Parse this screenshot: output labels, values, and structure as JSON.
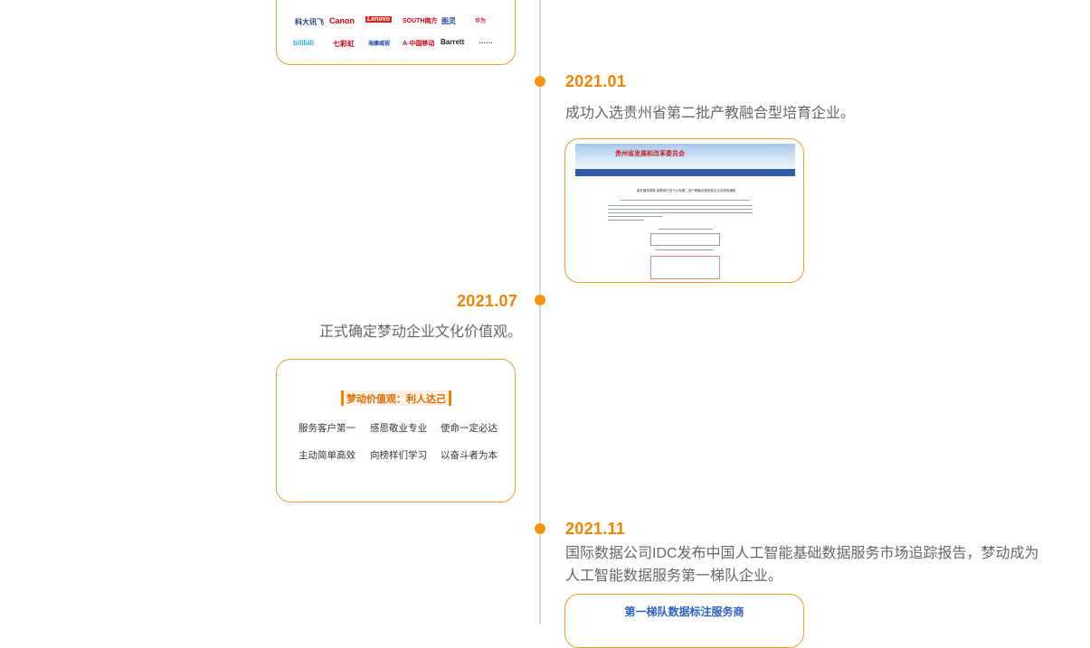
{
  "timeline": [
    {
      "date": "2021.01",
      "description": "成功入选贵州省第二批产教融合型培育企业。",
      "document_image": {
        "site_title": "贵州省发展和改革委员会",
        "heading": "省发展改革委 省教育厅关于公布第二批产教融合型培育企业名单的通知"
      }
    },
    {
      "date": "2021.07",
      "description": "正式确定梦动企业文化价值观。",
      "values_card": {
        "header": "梦动价值观：利人达己",
        "items": [
          "服务客户第一",
          "感恩敬业专业",
          "使命一定必达",
          "主动简单高效",
          "向榜样们学习",
          "以奋斗者为本"
        ]
      }
    },
    {
      "date": "2021.11",
      "description_line1": "国际数据公司IDC发布中国人工智能基础数据服务市场追踪报告，梦动成为",
      "description_line2": "人工智能数据服务第一梯队企业。",
      "report_card": {
        "title": "第一梯队数据标注服务商"
      }
    }
  ],
  "partner_logos": {
    "row1": [
      "科大讯飞",
      "Canon",
      "Lenovo",
      "SOUTH南方",
      "图灵",
      "华为"
    ],
    "row2": [
      "bilibili",
      "七彩虹",
      "海康威视",
      "A·中国移动",
      "Barrett",
      "……"
    ]
  },
  "colors": {
    "accent": "#f08400",
    "dot": "#f7930e",
    "line": "#d9d9d9",
    "blue": "#2f62c0"
  }
}
